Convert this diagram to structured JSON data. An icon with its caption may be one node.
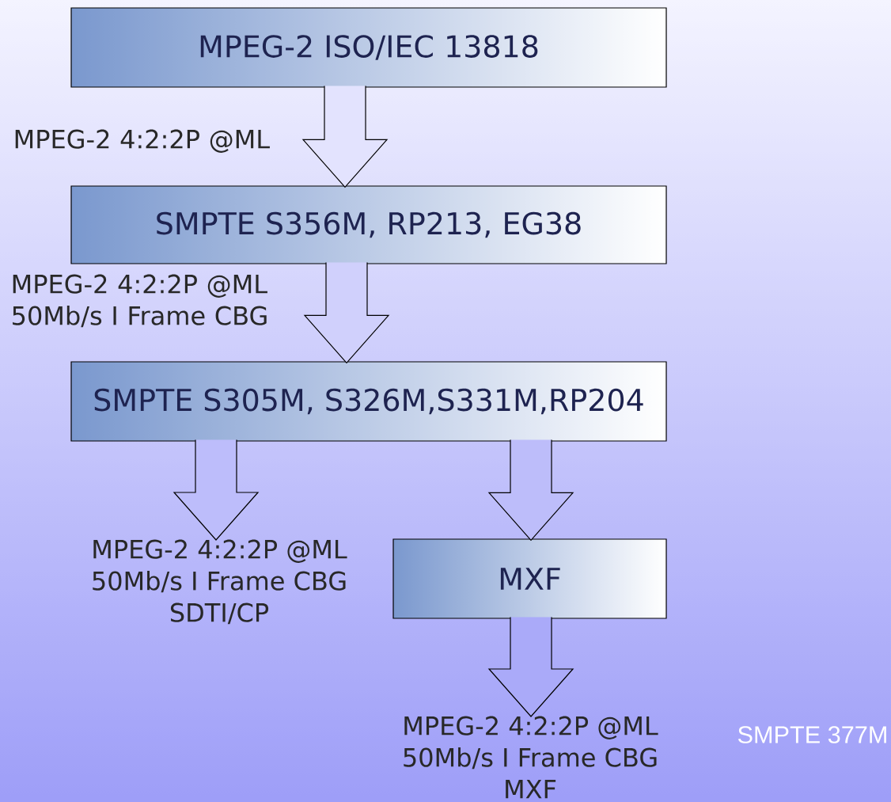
{
  "diagram": {
    "nodes": [
      {
        "text": [
          "MPEG-2 ISO/IEC 13818"
        ]
      },
      {
        "text": [
          "SMPTE S356M, RP213, EG38"
        ]
      },
      {
        "text": [
          "SMPTE S305M, S326M,S331M,RP204"
        ]
      },
      {
        "text": [
          "MPEG-2 4:2:2P @ML 50Mb/s I Frame CBG SDTI/CP"
        ]
      },
      {
        "text": [
          "MXF"
        ]
      },
      {
        "text": [
          "MPEG-2 4:2:2P @ML 50Mb/s I Frame CBG MXF"
        ]
      }
    ],
    "edges": [
      {
        "from": 0,
        "to": 1,
        "arrow": "to",
        "label": "MPEG-2 4:2:2P @ML"
      },
      {
        "from": 1,
        "to": 2,
        "arrow": "to",
        "label": "MPEG-2 4:2:2P @ML 50Mb/s I Frame CBG"
      },
      {
        "from": 2,
        "to": 3,
        "arrow": "to"
      },
      {
        "from": 2,
        "to": 4,
        "arrow": "to"
      },
      {
        "from": 4,
        "to": 5,
        "arrow": "to"
      }
    ],
    "labels": [
      "SMPTE 377M"
    ]
  }
}
